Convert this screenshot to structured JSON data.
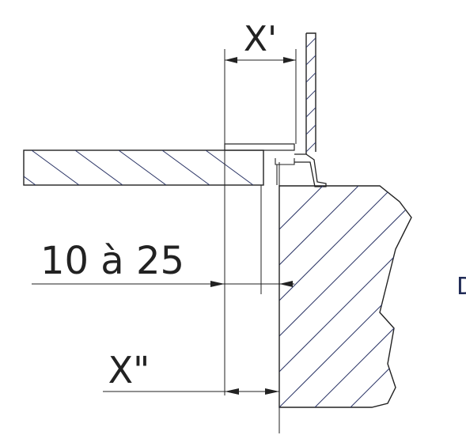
{
  "drawing": {
    "dim_top_label": "X'",
    "dim_middle_label": "10 à 25",
    "dim_bottom_label": "X\"",
    "right_edge_label": "D",
    "colors": {
      "line": "#222222",
      "hatch": "#2b3566",
      "background": "#ffffff"
    }
  }
}
